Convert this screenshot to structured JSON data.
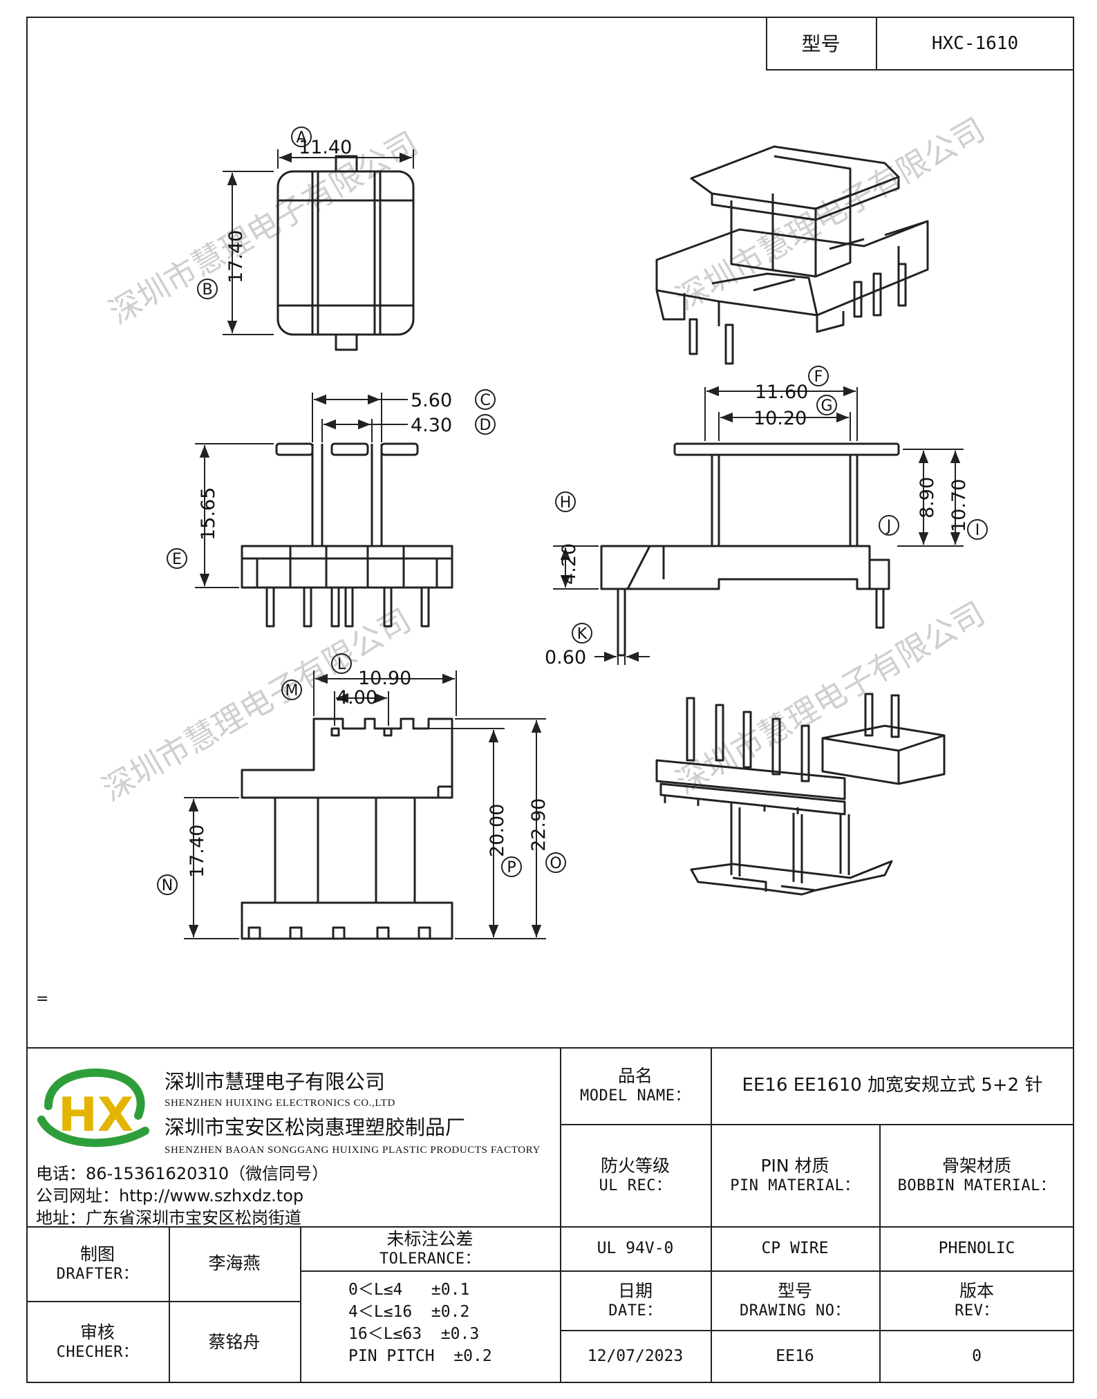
{
  "header": {
    "model_label": "型号",
    "model_value": "HXC-1610"
  },
  "dimensions": {
    "A": "11.40",
    "B": "17.40",
    "C": "5.60",
    "D": "4.30",
    "E": "15.65",
    "F": "11.60",
    "G": "10.20",
    "H": "4.20",
    "I": "10.70",
    "J": "8.90",
    "K": "0.60",
    "L": "10.90",
    "M": "4.00",
    "N": "17.40",
    "O": "22.90",
    "P": "20.00"
  },
  "dimension_letters": [
    "A",
    "B",
    "C",
    "D",
    "E",
    "F",
    "G",
    "H",
    "I",
    "J",
    "K",
    "L",
    "M",
    "N",
    "O",
    "P"
  ],
  "watermark": "深圳市慧理电子有限公司",
  "stray_mark": "=",
  "company": {
    "logo_letters": "HX",
    "name_zh": "深圳市慧理电子有限公司",
    "name_en": "SHENZHEN HUIXING ELECTRONICS CO.,LTD",
    "factory_zh": "深圳市宝安区松岗惠理塑胶制品厂",
    "factory_en": "SHENZHEN BAOAN SONGGANG HUIXING PLASTIC PRODUCTS FACTORY",
    "phone": "电话：86-15361620310（微信同号）",
    "website": "公司网址：http://www.szhxdz.top",
    "address": "地址：广东省深圳市宝安区松岗街道"
  },
  "title_block": {
    "model_name_zh": "品名",
    "model_name_en": "MODEL NAME：",
    "model_name_value": "EE16 EE1610 加宽安规立式 5+2 针",
    "ul_zh": "防火等级",
    "ul_en": "UL REC：",
    "ul_value": "UL 94V-0",
    "pin_zh": "PIN 材质",
    "pin_en": "PIN MATERIAL：",
    "pin_value": "CP WIRE",
    "bobbin_zh": "骨架材质",
    "bobbin_en": "BOBBIN MATERIAL：",
    "bobbin_value": "PHENOLIC",
    "drafter_zh": "制图",
    "drafter_en": "DRAFTER：",
    "drafter_value": "李海燕",
    "checker_zh": "审核",
    "checker_en": "CHECHER：",
    "checker_value": "蔡铭舟",
    "tolerance_zh": "未标注公差",
    "tolerance_en": "TOLERANCE：",
    "tolerance_lines": [
      "0＜L≤4   ±0.1",
      "4＜L≤16  ±0.2",
      "16＜L≤63  ±0.3",
      "PIN PITCH  ±0.2"
    ],
    "date_zh": "日期",
    "date_en": "DATE：",
    "date_value": "12/07/2023",
    "drawing_zh": "型号",
    "drawing_en": "DRAWING NO：",
    "drawing_value": "EE16",
    "rev_zh": "版本",
    "rev_en": "REV：",
    "rev_value": "0"
  },
  "colors": {
    "line": "#222222",
    "watermark": "#c9c9c9",
    "logo_green": "#2e9e3a",
    "logo_yellow": "#e3b400"
  }
}
